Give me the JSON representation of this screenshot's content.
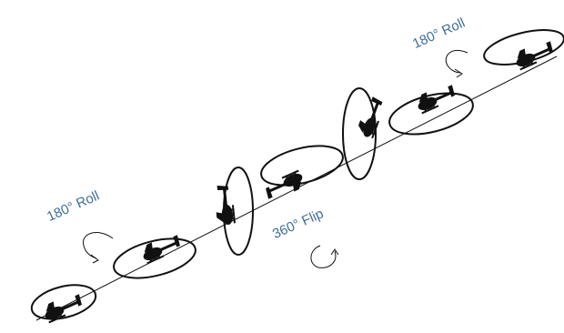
{
  "labels": {
    "roll_left": "180° Roll",
    "flip": "360° Flip",
    "roll_right": "180° Roll"
  },
  "colors": {
    "label_text": "#3f6f9a",
    "ink": "#111111"
  },
  "sequence": [
    "helicopter-upright",
    "helicopter-upright",
    "helicopter-knife-edge",
    "helicopter-inverted",
    "helicopter-knife-edge",
    "helicopter-upright",
    "helicopter-upright"
  ]
}
